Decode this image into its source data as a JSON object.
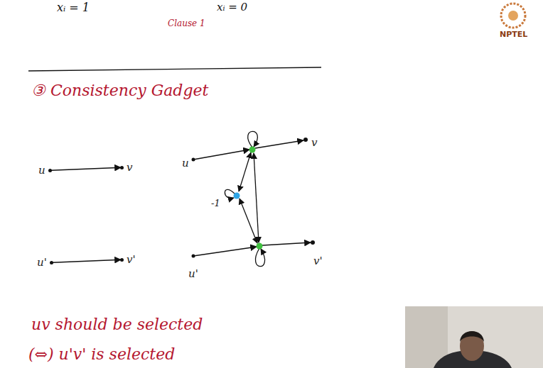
{
  "diagram": {
    "nodes": [
      {
        "text": [
          "u"
        ]
      },
      {
        "text": [
          "v"
        ]
      },
      {
        "text": [
          "u'"
        ]
      },
      {
        "text": [
          "v'"
        ]
      }
    ],
    "edges": [
      {
        "from": 0,
        "to": 1,
        "arrow": "to"
      },
      {
        "from": 2,
        "to": 3,
        "arrow": "to"
      }
    ],
    "labels": [
      "xᵢ = 1",
      "xᵢ = 0",
      "Clause 1",
      "③ Consistency Gadget",
      "u",
      "v",
      "-1",
      "u'",
      "v'",
      "uv should be selected",
      "(⇔) u'v' is selected",
      "NPTEL"
    ]
  }
}
